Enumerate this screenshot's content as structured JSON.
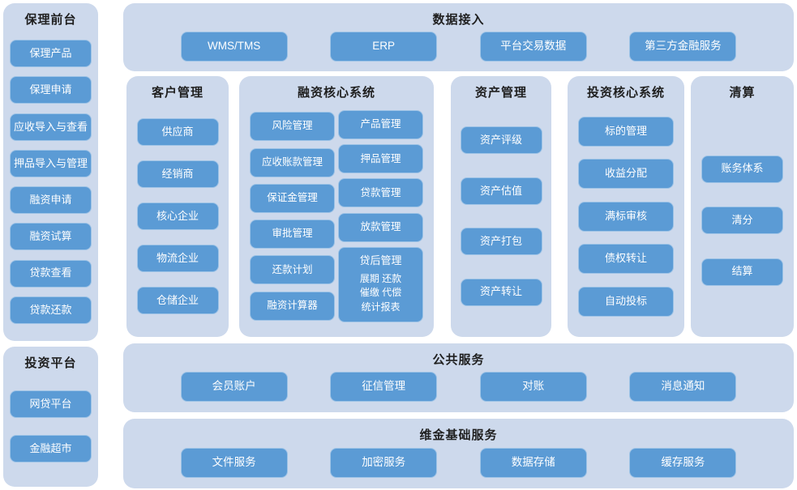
{
  "colors": {
    "panel_bg": "#CDD9EC",
    "button_bg": "#5B9BD5",
    "button_border": "#9DC3E6",
    "button_text": "#FFFFFF",
    "title_text": "#1F1F1F",
    "page_bg": "#FFFFFF"
  },
  "panels": {
    "factoring_front": {
      "title": "保理前台",
      "items": [
        "保理产品",
        "保理申请",
        "应收导入与查看",
        "押品导入与管理",
        "融资申请",
        "融资试算",
        "贷款查看",
        "贷款还款"
      ]
    },
    "investment_platform": {
      "title": "投资平台",
      "items": [
        "网贷平台",
        "金融超市"
      ]
    },
    "data_access": {
      "title": "数据接入",
      "items": [
        "WMS/TMS",
        "ERP",
        "平台交易数据",
        "第三方金融服务"
      ]
    },
    "customer_mgmt": {
      "title": "客户管理",
      "items": [
        "供应商",
        "经销商",
        "核心企业",
        "物流企业",
        "仓储企业"
      ]
    },
    "financing_core": {
      "title": "融资核心系统",
      "left_items": [
        "风险管理",
        "应收账款管理",
        "保证金管理",
        "审批管理",
        "还款计划",
        "融资计算器"
      ],
      "right_items": [
        "产品管理",
        "押品管理",
        "贷款管理",
        "放款管理"
      ],
      "post_loan": {
        "title": "贷后管理",
        "detail": "展期  还款\n催缴  代偿\n统计报表"
      }
    },
    "asset_mgmt": {
      "title": "资产管理",
      "items": [
        "资产评级",
        "资产估值",
        "资产打包",
        "资产转让"
      ]
    },
    "investment_core": {
      "title": "投资核心系统",
      "items": [
        "标的管理",
        "收益分配",
        "满标审核",
        "债权转让",
        "自动投标"
      ]
    },
    "clearing": {
      "title": "清算",
      "items": [
        "账务体系",
        "清分",
        "结算"
      ]
    },
    "public_services": {
      "title": "公共服务",
      "items": [
        "会员账户",
        "征信管理",
        "对账",
        "消息通知"
      ]
    },
    "weijin_base": {
      "title": "维金基础服务",
      "items": [
        "文件服务",
        "加密服务",
        "数据存储",
        "缓存服务"
      ]
    }
  }
}
